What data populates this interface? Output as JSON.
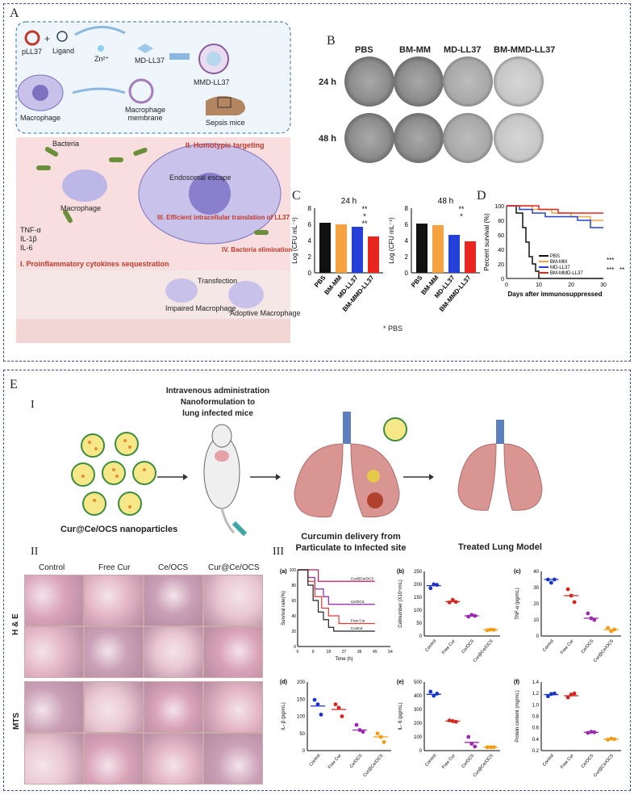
{
  "panel_a": {
    "label": "A",
    "schematic_labels": {
      "plasmid": "pLL37",
      "ligand": "Ligand",
      "zinc": "Zn²⁺",
      "md_ll37": "MD-LL37",
      "mmd_ll37": "MMD-LL37",
      "macrophage": "Macrophage",
      "membrane": "Macrophage membrane",
      "sepsis_mice": "Sepsis mice",
      "bacteria": "Bacteria",
      "macrophage2": "Macrophage",
      "cytokines": [
        "TNF-α",
        "IL-1β",
        "IL-6"
      ],
      "step1": "I. Proinflammatory cytokines sequestration",
      "step2": "II. Homotypic targeting",
      "step3": "III. Efficient intracellular translation of LL37",
      "step4": "IV. Bacteria elimination",
      "endosomal": "Endosomal escape",
      "transfection": "Transfection",
      "impaired": "Impaired Macrophage",
      "adoptive": "Adoptive Macrophage"
    }
  },
  "panel_b": {
    "label": "B",
    "columns": [
      "PBS",
      "BM-MM",
      "MD-LL37",
      "BM-MMD-LL37"
    ],
    "rows": [
      "24 h",
      "48 h"
    ]
  },
  "panel_c": {
    "label": "C",
    "charts": [
      {
        "title": "24 h",
        "ylabel": "Log (CFU mL⁻¹)",
        "yticks": [
          "0",
          "2",
          "4",
          "6",
          "8"
        ],
        "ylim": [
          0,
          8
        ],
        "categories": [
          "PBS",
          "BM-MM",
          "MD-LL37",
          "BM-MMD-LL37"
        ],
        "values": [
          6.2,
          6.0,
          5.7,
          4.5
        ],
        "colors": [
          "#111111",
          "#f4a340",
          "#2440d8",
          "#e8261e"
        ],
        "marks": [
          "**",
          "*",
          "**"
        ]
      },
      {
        "title": "48 h",
        "ylabel": "Log (CFU mL⁻¹)",
        "yticks": [
          "0",
          "2",
          "4",
          "6",
          "8"
        ],
        "ylim": [
          0,
          8
        ],
        "categories": [
          "PBS",
          "BM-MM",
          "MD-LL37",
          "BM-MMD-LL37"
        ],
        "values": [
          6.1,
          5.9,
          4.7,
          3.9
        ],
        "colors": [
          "#111111",
          "#f4a340",
          "#2440d8",
          "#e8261e"
        ],
        "marks": [
          "**",
          "*"
        ]
      }
    ],
    "footnote": "* PBS"
  },
  "panel_d": {
    "label": "D",
    "ylabel": "Percent survival (%)",
    "xlabel": "Days after immunosuppressed",
    "yticks": [
      "0",
      "20",
      "40",
      "60",
      "80",
      "100"
    ],
    "xticks": [
      "0",
      "10",
      "20",
      "30"
    ],
    "series": [
      {
        "name": "PBS",
        "color": "#111111",
        "points": [
          [
            0,
            100
          ],
          [
            3,
            90
          ],
          [
            5,
            70
          ],
          [
            6,
            50
          ],
          [
            7,
            30
          ],
          [
            8,
            20
          ],
          [
            9,
            10
          ],
          [
            10,
            0
          ],
          [
            30,
            0
          ]
        ]
      },
      {
        "name": "BM-MM",
        "color": "#f4a340",
        "points": [
          [
            0,
            100
          ],
          [
            8,
            95
          ],
          [
            14,
            90
          ],
          [
            20,
            85
          ],
          [
            26,
            80
          ],
          [
            30,
            80
          ]
        ]
      },
      {
        "name": "MD-LL37",
        "color": "#2440d8",
        "points": [
          [
            0,
            100
          ],
          [
            4,
            95
          ],
          [
            8,
            90
          ],
          [
            12,
            85
          ],
          [
            22,
            80
          ],
          [
            26,
            70
          ],
          [
            30,
            70
          ]
        ]
      },
      {
        "name": "BM-MMD-LL37",
        "color": "#e8261e",
        "points": [
          [
            0,
            100
          ],
          [
            10,
            95
          ],
          [
            16,
            90
          ],
          [
            30,
            90
          ]
        ]
      }
    ],
    "stats": [
      "***",
      "***",
      "**"
    ]
  },
  "panel_e": {
    "label": "E",
    "roman1": "I",
    "roman2": "II",
    "roman3": "III",
    "admin_title": "Intravenous administration\nNanoformulation to\nlung infected mice",
    "nanoparticles": "Cur@Ce/OCS nanoparticles",
    "delivery": "Curcumin delivery from\nParticulate to Infected site",
    "treated": "Treated Lung Model",
    "histo_columns": [
      "Control",
      "Free Cur",
      "Ce/OCS",
      "Cur@Ce/OCS"
    ],
    "histo_rows": [
      "H & E",
      "MTS"
    ]
  },
  "panel_e3": {
    "a": {
      "tag": "(a)",
      "ylabel": "Survival rate(%)",
      "xlabel": "Time (h)",
      "xticks": [
        "0",
        "9",
        "18",
        "27",
        "36",
        "45",
        "54"
      ],
      "yticks": [
        "0",
        "20",
        "40",
        "60",
        "80",
        "100"
      ],
      "series": [
        {
          "name": "Cur@Ce/OCS",
          "color": "#c2185b",
          "points": [
            [
              0,
              100
            ],
            [
              9,
              100
            ],
            [
              12,
              85
            ],
            [
              45,
              85
            ]
          ]
        },
        {
          "name": "Ce/OCS",
          "color": "#8e24aa",
          "points": [
            [
              0,
              100
            ],
            [
              6,
              90
            ],
            [
              10,
              75
            ],
            [
              15,
              65
            ],
            [
              18,
              55
            ],
            [
              45,
              55
            ]
          ]
        },
        {
          "name": "Free Cur",
          "color": "#e53935",
          "points": [
            [
              0,
              100
            ],
            [
              6,
              85
            ],
            [
              10,
              65
            ],
            [
              14,
              50
            ],
            [
              18,
              40
            ],
            [
              24,
              30
            ],
            [
              45,
              30
            ]
          ]
        },
        {
          "name": "Control",
          "color": "#222222",
          "points": [
            [
              0,
              100
            ],
            [
              6,
              80
            ],
            [
              9,
              60
            ],
            [
              12,
              45
            ],
            [
              15,
              35
            ],
            [
              18,
              25
            ],
            [
              21,
              20
            ],
            [
              45,
              20
            ]
          ]
        }
      ]
    },
    "b": {
      "tag": "(b)",
      "ylabel": "Cellnumber (X10⁴/mL)",
      "yticks": [
        "0",
        "50",
        "100",
        "150",
        "200",
        "250"
      ],
      "ylim": [
        0,
        250
      ],
      "categories": [
        "Control",
        "Free Cur",
        "Ce/OCS",
        "Cur@Ce/OCS"
      ],
      "means": [
        195,
        133,
        78,
        24
      ],
      "points": [
        [
          185,
          200,
          198
        ],
        [
          130,
          140,
          132
        ],
        [
          75,
          82,
          78
        ],
        [
          22,
          25,
          24
        ]
      ]
    },
    "c": {
      "tag": "(c)",
      "ylabel": "TNF-α (pg/mL)",
      "yticks": [
        "0",
        "10",
        "20",
        "30",
        "40"
      ],
      "ylim": [
        0,
        40
      ],
      "categories": [
        "Control",
        "Free Cur",
        "Ce/OCS",
        "Cur@Ce/OCS"
      ],
      "means": [
        35,
        25,
        11,
        4
      ],
      "points": [
        [
          35,
          33,
          35
        ],
        [
          29,
          25,
          21
        ],
        [
          14,
          11,
          10
        ],
        [
          5,
          3,
          4
        ]
      ]
    },
    "d": {
      "tag": "(d)",
      "ylabel": "IL- β (pg/mL)",
      "yticks": [
        "0",
        "50",
        "100",
        "150",
        "200"
      ],
      "ylim": [
        0,
        200
      ],
      "categories": [
        "Control",
        "Free Cur",
        "Ce/OCS",
        "Cur@Ce/OCS"
      ],
      "means": [
        130,
        120,
        60,
        40
      ],
      "points": [
        [
          148,
          135,
          105
        ],
        [
          135,
          125,
          100
        ],
        [
          75,
          60,
          55
        ],
        [
          50,
          40,
          25
        ]
      ]
    },
    "e": {
      "tag": "(e)",
      "ylabel": "IL- 6 (pg/mL)",
      "yticks": [
        "0",
        "100",
        "200",
        "300",
        "400",
        "500"
      ],
      "ylim": [
        0,
        500
      ],
      "categories": [
        "Control",
        "Free Cur",
        "Ce/OCS",
        "Cur@Ce/OCS"
      ],
      "means": [
        410,
        215,
        60,
        25
      ],
      "points": [
        [
          430,
          400,
          415
        ],
        [
          220,
          215,
          210
        ],
        [
          100,
          50,
          30
        ],
        [
          25,
          25,
          25
        ]
      ]
    },
    "f": {
      "tag": "(f)",
      "ylabel": "Protein content (mg/mL)",
      "yticks": [
        "0.2",
        "0.4",
        "0.6",
        "0.8",
        "1.0",
        "1.2",
        "1.4"
      ],
      "ylim": [
        0.2,
        1.4
      ],
      "categories": [
        "Control",
        "Free Cur",
        "Ce/OCS",
        "Cur@Ce/OCS"
      ],
      "means": [
        1.18,
        1.16,
        0.52,
        0.4
      ],
      "points": [
        [
          1.15,
          1.19,
          1.2
        ],
        [
          1.13,
          1.18,
          1.2
        ],
        [
          0.51,
          0.53,
          0.52
        ],
        [
          0.39,
          0.41,
          0.4
        ]
      ]
    },
    "dot_colors": [
      "#1a33c9",
      "#d3261e",
      "#9c27b0",
      "#f39c12"
    ]
  }
}
